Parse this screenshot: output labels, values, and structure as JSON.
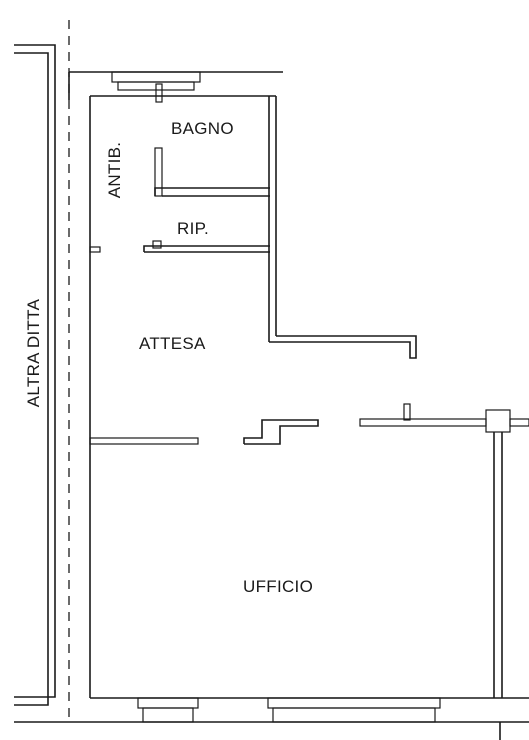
{
  "rooms": {
    "bagno": "BAGNO",
    "antibagno": "ANTIB.",
    "ripostiglio": "RIP.",
    "attesa": "ATTESA",
    "ufficio": "UFFICIO"
  },
  "neighbor_label": "ALTRA DITTA",
  "colors": {
    "line": "#1a1a1a",
    "background": "#ffffff"
  }
}
